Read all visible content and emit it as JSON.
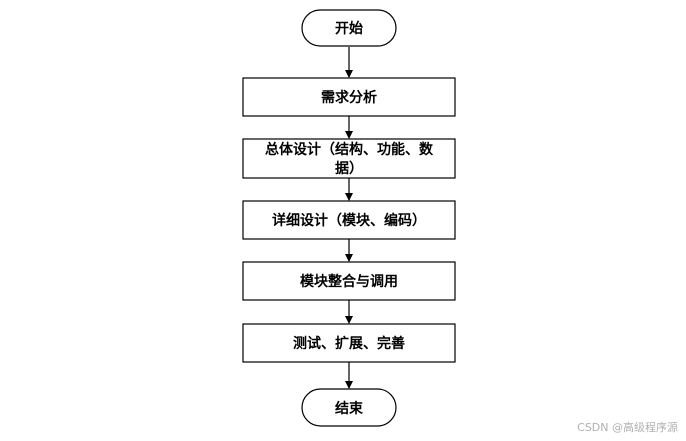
{
  "diagram": {
    "nodes": [
      {
        "id": "start",
        "shape": "terminal",
        "text": "开始"
      },
      {
        "id": "requirements",
        "shape": "process",
        "text": "需求分析"
      },
      {
        "id": "overall_design",
        "shape": "process",
        "text_lines": [
          "总体设计（结构、功能、数",
          "据）"
        ]
      },
      {
        "id": "detail_design",
        "shape": "process",
        "text": "详细设计（模块、编码）"
      },
      {
        "id": "integration",
        "shape": "process",
        "text": "模块整合与调用"
      },
      {
        "id": "testing",
        "shape": "process",
        "text": "测试、扩展、完善"
      },
      {
        "id": "end",
        "shape": "terminal",
        "text": "结束"
      }
    ],
    "edges": [
      [
        "start",
        "requirements"
      ],
      [
        "requirements",
        "overall_design"
      ],
      [
        "overall_design",
        "detail_design"
      ],
      [
        "detail_design",
        "integration"
      ],
      [
        "integration",
        "testing"
      ],
      [
        "testing",
        "end"
      ]
    ]
  },
  "watermark": "CSDN @高级程序源"
}
